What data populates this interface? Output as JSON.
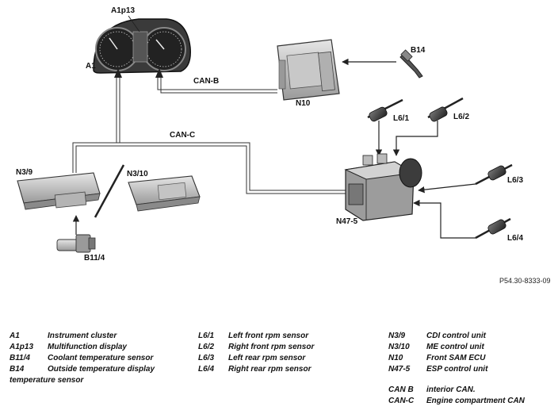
{
  "reference": "P54.30-8333-09",
  "diagram_labels": {
    "a1": "A1",
    "a1p13": "A1p13",
    "b14": "B14",
    "n10": "N10",
    "can_b": "CAN-B",
    "can_c": "CAN-C",
    "l6_1": "L6/1",
    "l6_2": "L6/2",
    "l6_3": "L6/3",
    "l6_4": "L6/4",
    "n3_9": "N3/9",
    "n3_10": "N3/10",
    "n47_5": "N47-5",
    "b11_4": "B11/4"
  },
  "legend": {
    "col1": [
      {
        "code": "A1",
        "desc": "Instrument cluster"
      },
      {
        "code": "A1p13",
        "desc": "Multifunction display"
      },
      {
        "code": "B11/4",
        "desc": "Coolant temperature sensor"
      },
      {
        "code": "B14",
        "desc": "Outside temperature display"
      }
    ],
    "col1_extra": "temperature sensor",
    "col2": [
      {
        "code": "L6/1",
        "desc": "Left front rpm sensor"
      },
      {
        "code": "L6/2",
        "desc": "Right front rpm sensor"
      },
      {
        "code": "L6/3",
        "desc": "Left rear rpm sensor"
      },
      {
        "code": "L6/4",
        "desc": "Right rear rpm sensor"
      }
    ],
    "col3": [
      {
        "code": "N3/9",
        "desc": "CDI control unit"
      },
      {
        "code": "N3/10",
        "desc": "ME control unit"
      },
      {
        "code": "N10",
        "desc": "Front SAM ECU"
      },
      {
        "code": "N47-5",
        "desc": "ESP control unit"
      }
    ],
    "col3_can": [
      {
        "code": "CAN B",
        "desc": "interior CAN."
      },
      {
        "code": "CAN-C",
        "desc": "Engine compartment CAN"
      }
    ]
  }
}
